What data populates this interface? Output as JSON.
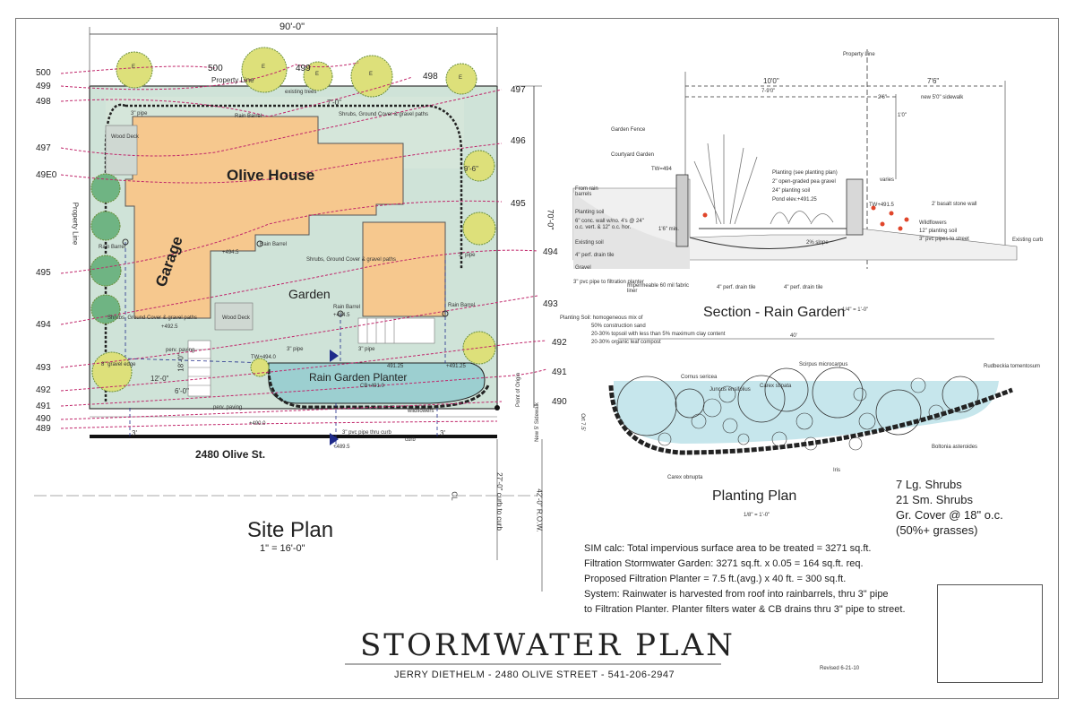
{
  "site_plan": {
    "title": "Site Plan",
    "scale": "1\" = 16'-0\"",
    "width_dim": "90'-0\"",
    "depth_dim": "70'-0\"",
    "street": "2480 Olive St.",
    "house": "Olive House",
    "garage": "Garage",
    "garden": "Garden",
    "planter": "Rain Garden Planter",
    "property_line_top": "Property Line",
    "property_line_side": "Property Line",
    "existing_trees": "existing trees",
    "wood_deck": "Wood Deck",
    "rain_barrel": "Rain Barrel",
    "shrubs_note": "Shrubs, Ground Cover & gravel paths",
    "perv_paving": "perv. paving",
    "gravel_edge": "8\" gravel edge",
    "pipe_3in": "3\" pipe",
    "pvc_to_planter": "3\" pvc pipe to filtration planter",
    "pvc_thru_curb": "3\" pvc pipe thru curb",
    "curb": "curb",
    "sidewalk": "New 5' Sidewalk",
    "point_of_origin": "Point of Origin",
    "wildflowers": "wildflowers",
    "cb": "CB+491.0",
    "dim_7": "7'-0\"",
    "dim_9_6": "9'-6\"",
    "dim_18": "18'-0\"",
    "dim_12": "12'-0\"",
    "dim_6": "6'-0\"",
    "dim_3a": "3'",
    "dim_3b": "3'",
    "dim_27": "27'-0\" curb to curb",
    "dim_42": "42'-0\" R.O.W.",
    "cl": "CL",
    "elev_494_5a": "+494.5",
    "elev_494_5b": "+494.5",
    "elev_492_5": "+492.5",
    "elev_491_25a": "491.25",
    "elev_491_25b": "+491.25",
    "elev_490": "+490.0",
    "elev_489_5": "+489.5",
    "tw": "TW+494.0",
    "contours_left": [
      "500",
      "499",
      "498",
      "497",
      "49E0",
      "495",
      "494",
      "493",
      "492",
      "491",
      "490",
      "489"
    ],
    "contours_right": [
      "497",
      "496",
      "495",
      "494",
      "493",
      "492",
      "491",
      "490"
    ],
    "contour_top_500": "500",
    "contour_top_499": "499",
    "contour_top_498": "498",
    "tree_labels": [
      "E",
      "E",
      "E",
      "E",
      "E"
    ]
  },
  "section": {
    "title": "Section - Rain Garden",
    "scale": "1/4\" = 1'-0\"",
    "property_line": "Property Line",
    "dim_10": "10'0\"",
    "dim_7_6": "7'6\"",
    "dim_7_9": "7-9'0\"",
    "dim_2_6": "2'6\"",
    "dim_1": "1'0\"",
    "new_sidewalk": "new 5'0\" sidewalk",
    "garden_fence": "Garden Fence",
    "courtyard_garden": "Courtyard Garden",
    "tw494": "TW=494",
    "from_rain_barrels": "From rain barrels",
    "planting_soil": "Planting soil",
    "conc_wall": "6\" conc. wall w/no. 4's @ 24\" o.c. vert. & 12\" o.c. hor.",
    "existing_soil": "Existing soil",
    "perf_drain": "4\" perf. drain tile",
    "gravel": "Gravel",
    "liner": "Impermeable 60 mil fabric liner",
    "perf_drain_b": "4\" perf. drain tile",
    "perf_drain_c": "4\" perf. drain tile",
    "planting": "Planting (see planting plan)",
    "pea_gravel": "2\" open-graded pea gravel",
    "planting_soil_24": "24\" planting soil",
    "pond_elev": "Pond elev.+491.25",
    "varies": "varies",
    "tw491": "TW+491.5",
    "basalt_wall": "2' basalt stone wall",
    "wildflowers": "Wildflowers",
    "planting_soil_12": "12\" planting soil",
    "pvc_street": "3\" pvc pipes to street",
    "existing_curb": "Existing curb",
    "slope": "2% slope",
    "min_depth": "1'6\" min.",
    "soil_notes": [
      "Planting Soil: homogeneous mix of",
      "50% construction sand",
      "20-30% topsoil with less than 5% maximum clay content",
      "20-30% organic leaf compost"
    ]
  },
  "planting_plan": {
    "title": "Planting Plan",
    "scale": "1/8\" = 1'-0\"",
    "length_dim": "40'",
    "width_dim": "Ort 7.5'",
    "plants": [
      "Cornus sericea",
      "Juncus ensifolius",
      "Carex stipata",
      "Scirpus microcarpus",
      "Rudbeckia tomentosum",
      "Boltonia asteroides",
      "Iris",
      "Carex obnupta"
    ],
    "counts": [
      "7 Lg. Shrubs",
      "21 Sm. Shrubs",
      "Gr. Cover @ 18\" o.c.",
      "(50%+ grasses)"
    ]
  },
  "calc": {
    "lines": [
      "SIM calc:  Total impervious surface area to be treated = 3271 sq.ft.",
      "Filtration Stormwater Garden:  3271 sq.ft. x 0.05 = 164 sq.ft. req.",
      "Proposed Filtration Planter = 7.5 ft.(avg.) x 40 ft. = 300 sq.ft.",
      "System: Rainwater is harvested from roof into rainbarrels, thru 3\" pipe",
      "to Filtration Planter.  Planter filters water & CB drains thru 3\" pipe to street."
    ]
  },
  "title_block": {
    "title": "STORMWATER PLAN",
    "subtitle": "JERRY DIETHELM   -  2480 OLIVE STREET  -   541-206-2947",
    "revised": "Revised  6-21-10"
  },
  "colors": {
    "site_green": "#cfe3d8",
    "house": "#f6c88e",
    "tree_yellow": "#dde07a",
    "tree_green": "#6fb483",
    "planter_blue": "#9ccfd0",
    "contour": "#c0266a",
    "dim_blue": "#1e2a8a"
  }
}
